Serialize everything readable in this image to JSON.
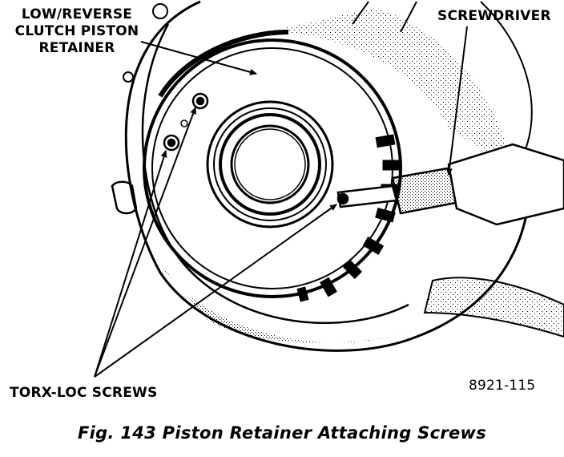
{
  "labels": {
    "retainer_line1": "LOW/REVERSE",
    "retainer_line2": "CLUTCH PISTON",
    "retainer_line3": "RETAINER",
    "screwdriver": "SCREWDRIVER",
    "torx": "TORX-LOC SCREWS",
    "figure_number": "8921-115"
  },
  "caption": "Fig. 143 Piston Retainer Attaching Screws"
}
